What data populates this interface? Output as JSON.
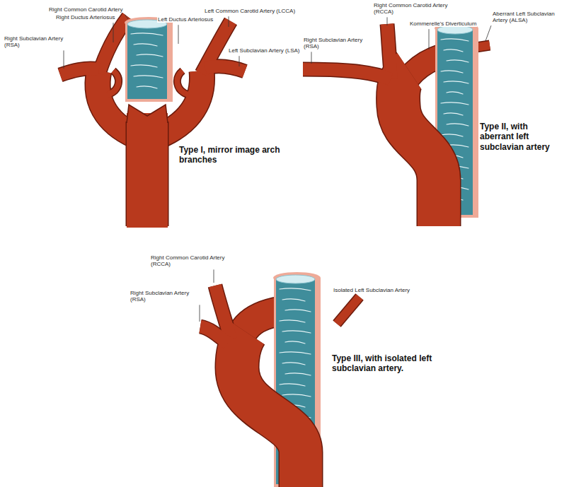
{
  "diagram": {
    "labels": [
      "Right Common Carotid Artery",
      "Right Ductus Arteriosus",
      "Left Common Carotid Artery (LCCA)",
      "Left Ductus Arteriosus",
      "Right Subclavian Artery (RSA)",
      "Left Subclavian Artery (LSA)",
      "Type I, mirror image arch branches",
      "Right Common Carotid Artery (RCCA)",
      "Kommerelle's Diverticulum",
      "Aberrant Left Subclavian Artery (ALSA)",
      "Right Subclavian Artery (RSA)",
      "Type II, with aberrant left subclavian artery",
      "Right Common Carotid Artery (RCCA)",
      "Right Subclavian Artery (RSA)",
      "Isolated Left Subclavian Artery",
      "Type III, with isolated left subclavian artery."
    ]
  }
}
